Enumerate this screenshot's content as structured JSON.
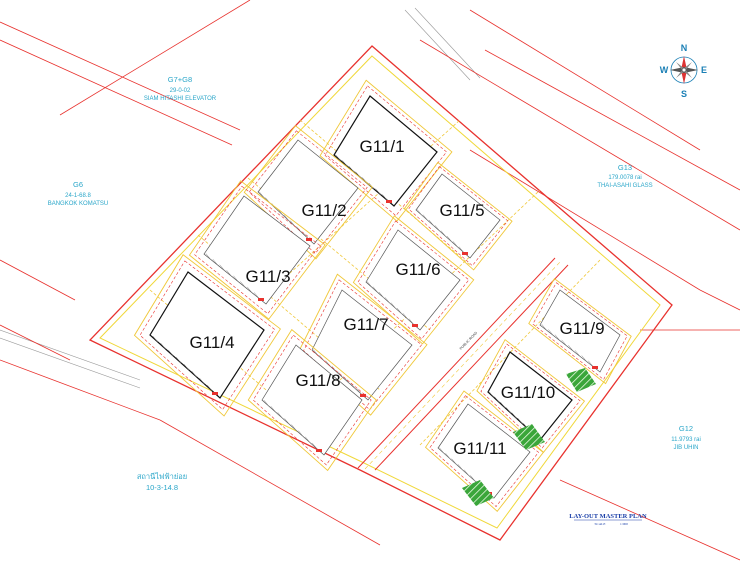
{
  "lots": [
    {
      "id": "G11/1",
      "cx": 0,
      "cy": 0
    },
    {
      "id": "G11/2"
    },
    {
      "id": "G11/3"
    },
    {
      "id": "G11/4"
    },
    {
      "id": "G11/5"
    },
    {
      "id": "G11/6"
    },
    {
      "id": "G11/7"
    },
    {
      "id": "G11/8"
    },
    {
      "id": "G11/9"
    },
    {
      "id": "G11/10"
    },
    {
      "id": "G11/11"
    }
  ],
  "neighbors": {
    "g7g8": {
      "title": "G7+G8",
      "area": "29-0-02",
      "owner": "SIAM HITASHI ELEVATOR"
    },
    "g6": {
      "title": "G6",
      "area": "24-1-68.8",
      "owner": "BANGKOK KOMATSU"
    },
    "g13": {
      "title": "G13",
      "area": "179.0078 rai",
      "owner": "THAI-ASAHI GLASS"
    },
    "g12": {
      "title": "G12",
      "area": "11.9793 rai",
      "owner": "JIB UHIN"
    },
    "egat": {
      "title": "สถานีไฟฟ้าย่อย",
      "area": "10-3-14.8"
    }
  },
  "compass": {
    "n": "N",
    "s": "S",
    "e": "E",
    "w": "W"
  },
  "plan": {
    "title": "LAY-OUT MASTER PLAN",
    "scale": "SCALE",
    "scale_value": "1:000"
  },
  "road": {
    "label": "PUBLIC ROAD"
  },
  "colors": {
    "boundary": "#e8322e",
    "setback": "#f0d83a",
    "cyan_text": "#2aa6c9",
    "green_hatch": "#3aa63a"
  }
}
